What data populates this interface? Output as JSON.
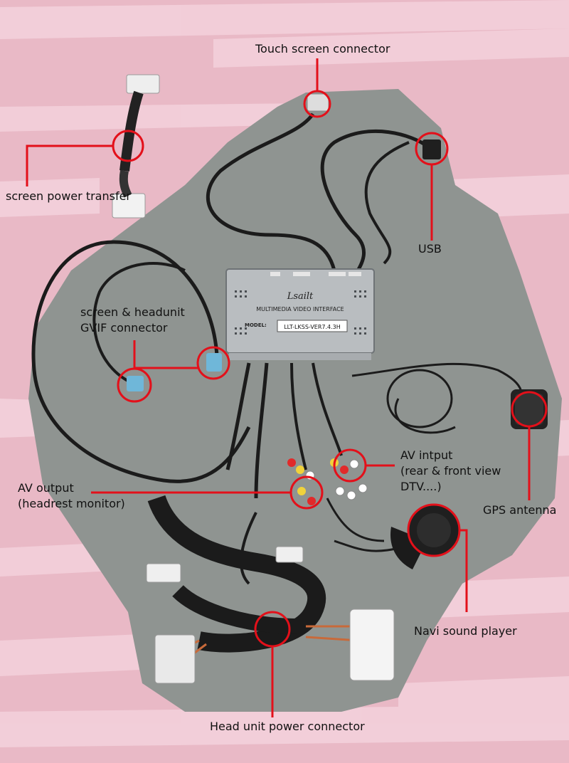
{
  "device": {
    "brand": "Lsailt",
    "title": "MULTIMEDIA VIDEO INTERFACE",
    "model_label": "MODEL:",
    "model_value": "LLT-LKSS-VER7.4.3H"
  },
  "callouts": {
    "touch_screen": "Touch screen connector",
    "screen_power": "screen power transfer",
    "usb": "USB",
    "gvif_line1": "screen & headunit",
    "gvif_line2": "GVIF connector",
    "av_input_line1": "AV intput",
    "av_input_line2": "(rear & front view",
    "av_input_line3": "DTV....)",
    "av_output_line1": "AV output",
    "av_output_line2": "(headrest monitor)",
    "gps": "GPS antenna",
    "navi_sound": "Navi sound player",
    "head_unit_power": "Head unit power connector"
  },
  "colors": {
    "background": "#e9b9c6",
    "stripe": "#f3d0da",
    "table": "#8f9491",
    "callout": "#e3101a",
    "cable": "#1b1b1b",
    "module": "#b9bdc0"
  }
}
